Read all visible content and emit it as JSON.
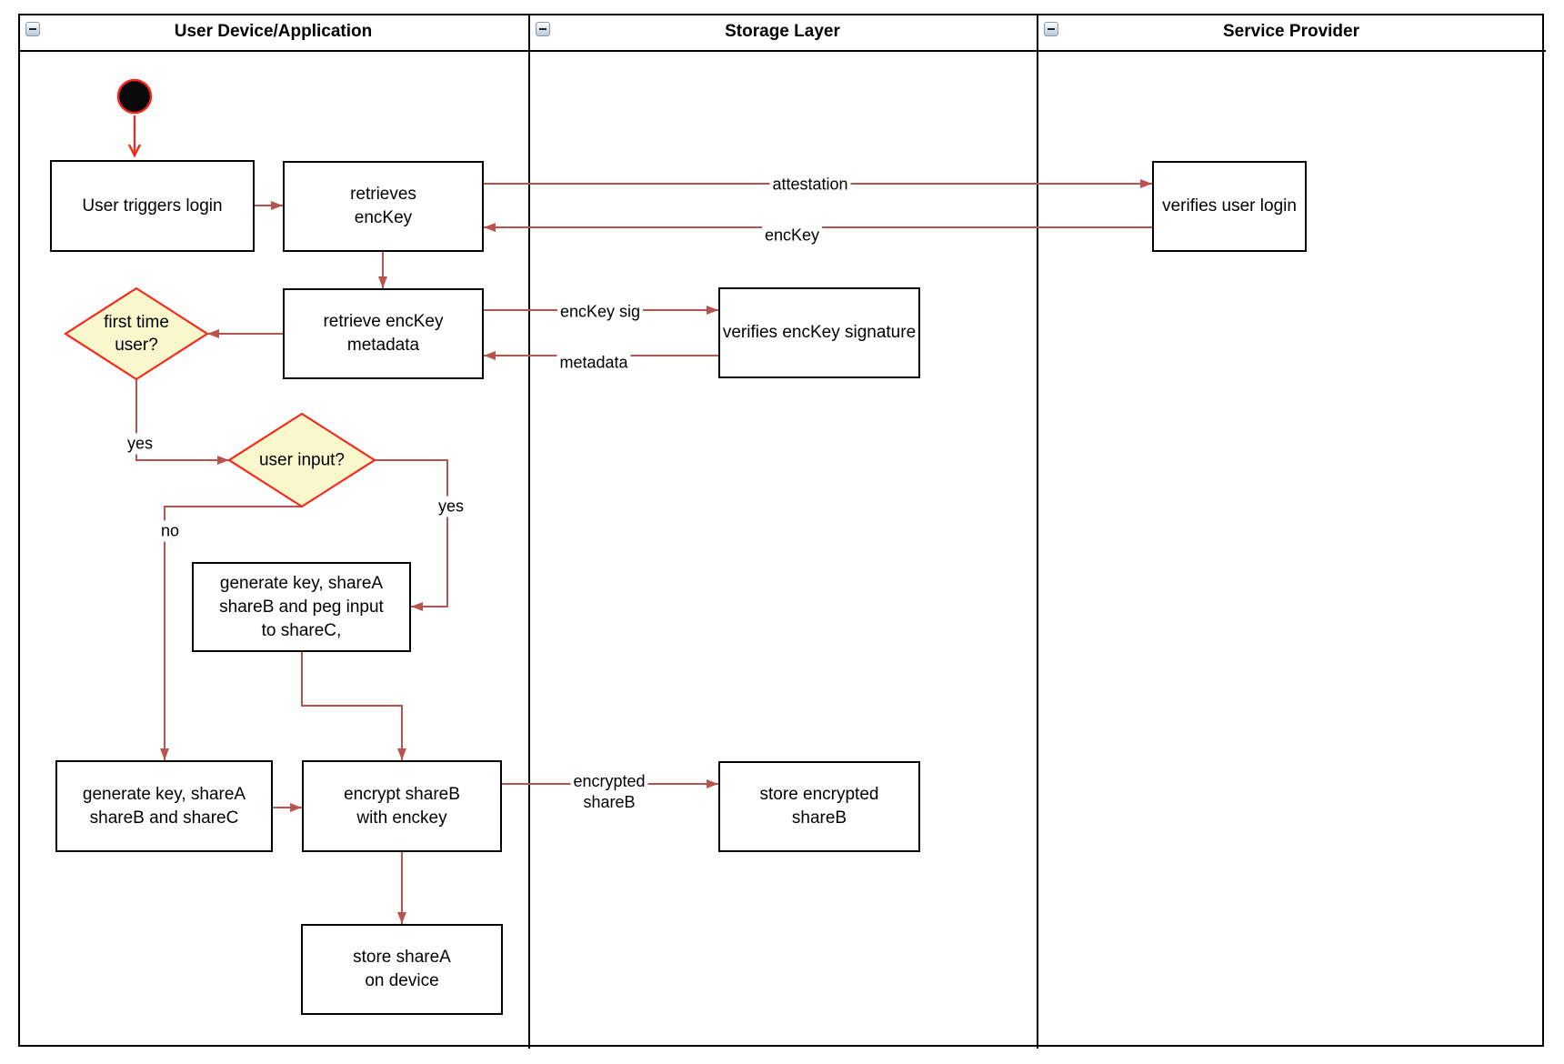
{
  "lanes": [
    {
      "title": "User Device/Application"
    },
    {
      "title": "Storage Layer"
    },
    {
      "title": "Service Provider"
    }
  ],
  "nodes": {
    "user_triggers_login": "User triggers login",
    "retrieves_enckey": "retrieves\nencKey",
    "verifies_user_login": "verifies user login",
    "retrieve_enckey_metadata": "retrieve encKey\nmetadata",
    "verifies_enckey_signature": "verifies encKey signature",
    "first_time_user": "first time\nuser?",
    "user_input": "user input?",
    "generate_key_peg_input": "generate key, shareA\nshareB and peg input\nto shareC,",
    "generate_key_abc": "generate key, shareA\nshareB and shareC",
    "encrypt_shareb": "encrypt shareB\nwith enckey",
    "store_encrypted_shareb": "store encrypted\nshareB",
    "store_sharea": "store shareA\non device"
  },
  "edge_labels": {
    "attestation": "attestation",
    "enckey": "encKey",
    "enckey_sig": "encKey sig",
    "metadata": "metadata",
    "encrypted_shareb": "encrypted\nshareB",
    "yes_first_time": "yes",
    "yes_user_input": "yes",
    "no_user_input": "no"
  },
  "colors": {
    "flow_arrow": "#b85450",
    "accent_red": "#f5291a",
    "decision_fill": "#faf7cd"
  }
}
